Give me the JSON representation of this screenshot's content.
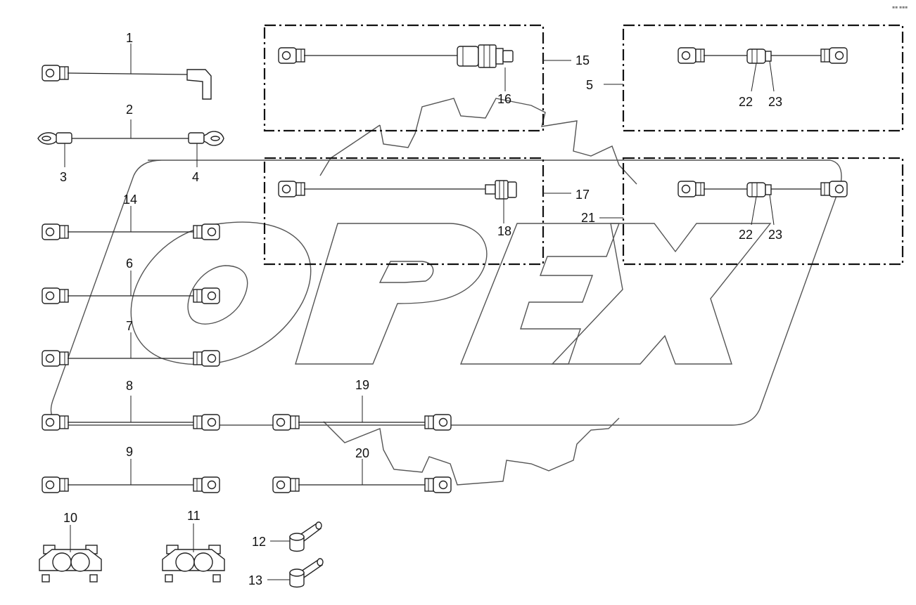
{
  "brand_watermark": "OPEX",
  "corner_mark": "▪▪ ▪▪▪",
  "callouts": {
    "c1": "1",
    "c2": "2",
    "c3": "3",
    "c4": "4",
    "c5": "5",
    "c6": "6",
    "c7": "7",
    "c8": "8",
    "c9": "9",
    "c10": "10",
    "c11": "11",
    "c12": "12",
    "c13": "13",
    "c14": "14",
    "c15": "15",
    "c16": "16",
    "c17": "17",
    "c18": "18",
    "c19": "19",
    "c20": "20",
    "c21": "21",
    "c22a": "22",
    "c23a": "23",
    "c22b": "22",
    "c23b": "23"
  }
}
